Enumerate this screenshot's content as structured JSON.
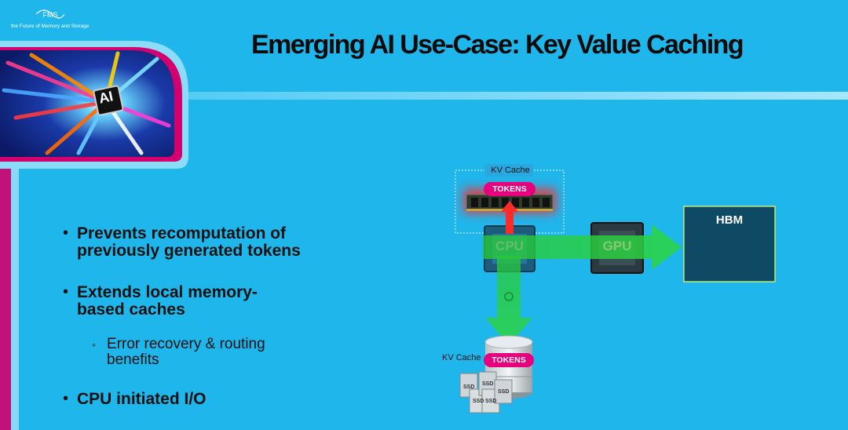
{
  "header": {
    "title": "Emerging AI Use-Case: Key Value Caching",
    "logo_text": "FMS",
    "logo_tagline": "the Future of Memory and Storage"
  },
  "banner": {
    "ai_text": "AI"
  },
  "bullets": [
    {
      "text": "Prevents recomputation of previously generated tokens"
    },
    {
      "text": "Extends local memory-based caches"
    },
    {
      "text": "CPU initiated I/O"
    }
  ],
  "sub_bullets": [
    {
      "text": "Error recovery & routing benefits"
    }
  ],
  "diagram": {
    "kv_cache_top": "KV Cache",
    "tokens_top": "TOKENS",
    "cpu_label": "CPU",
    "gpu_label": "GPU",
    "hbm_label": "HBM",
    "kv_cache_bottom": "KV Cache",
    "tokens_bottom": "TOKENS",
    "ssd_label": "SSD",
    "colors": {
      "background": "#1fb6ec",
      "hbm": "#0e4a63",
      "tokens_pill": "#e6007e",
      "arrow_green": "#2bd640",
      "arrow_red": "#ff2a2a"
    }
  }
}
